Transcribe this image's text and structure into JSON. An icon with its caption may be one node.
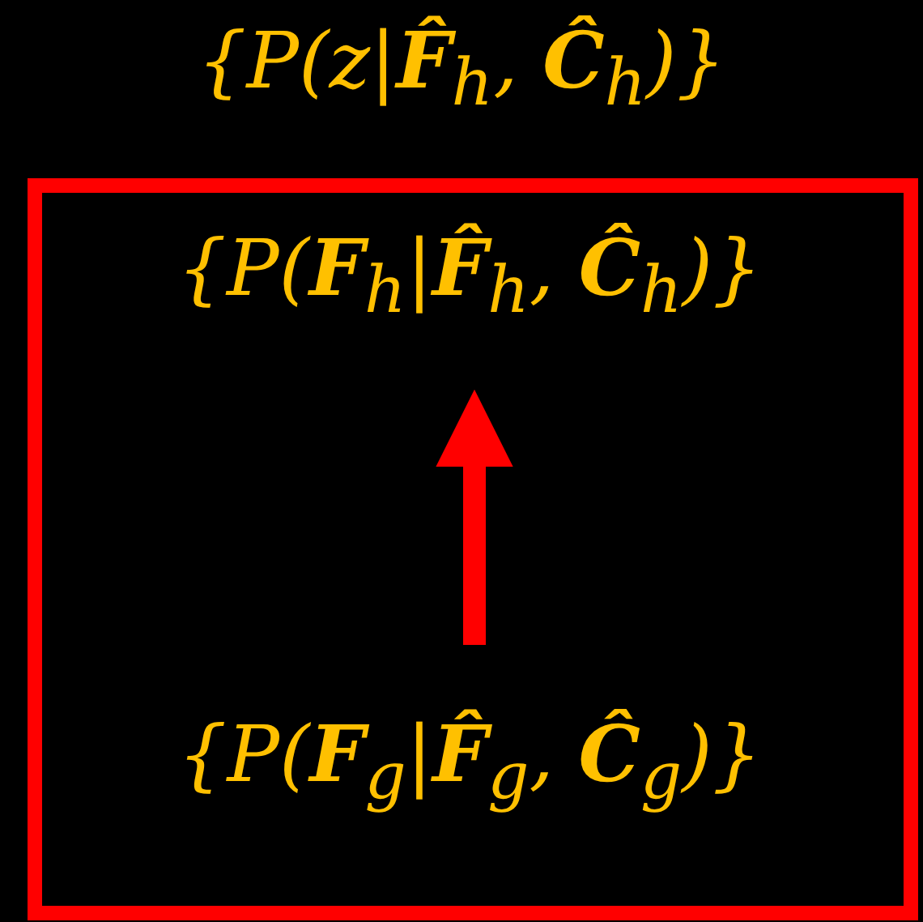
{
  "diagram": {
    "nodes": [
      {
        "text": [],
        "shape": "box"
      },
      {
        "text": [
          "{P(**F**$_{h}$|**F̂**$_{h}$, **Ĉ**$_{h}$)}"
        ],
        "in": 0
      },
      {
        "text": [
          "{P(**F**$_{g}$|**F̂**$_{g}$, **Ĉ**$_{g}$)}"
        ],
        "in": 0
      }
    ],
    "edges": [
      {
        "from": 2,
        "to": 1,
        "arrow": "to"
      }
    ],
    "labels": [
      "{P(z|**F̂**$_{h}$, **Ĉ**$_{h}$)}"
    ]
  }
}
